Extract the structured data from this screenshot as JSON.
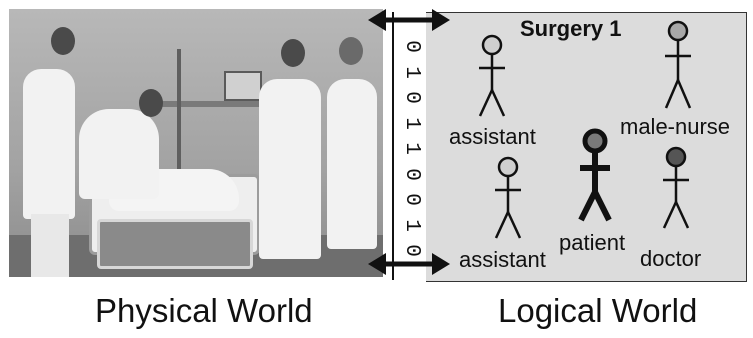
{
  "figure": {
    "left_caption": "Physical World",
    "right_caption": "Logical World"
  },
  "binary_strip": {
    "digits": [
      "0",
      "1",
      "0",
      "1",
      "1",
      "0",
      "0",
      "1",
      "0"
    ]
  },
  "logical": {
    "title": "Surgery 1",
    "actors": [
      {
        "label": "assistant",
        "head_fill": "#cfcfcf",
        "bold": false
      },
      {
        "label": "male-nurse",
        "head_fill": "#a8a8a8",
        "bold": false
      },
      {
        "label": "assistant",
        "head_fill": "#cfcfcf",
        "bold": false
      },
      {
        "label": "patient",
        "head_fill": "#7a7a7a",
        "bold": true
      },
      {
        "label": "doctor",
        "head_fill": "#555555",
        "bold": false
      }
    ]
  },
  "colors": {
    "panel_bg": "#dcdcdc",
    "ink": "#111111"
  }
}
